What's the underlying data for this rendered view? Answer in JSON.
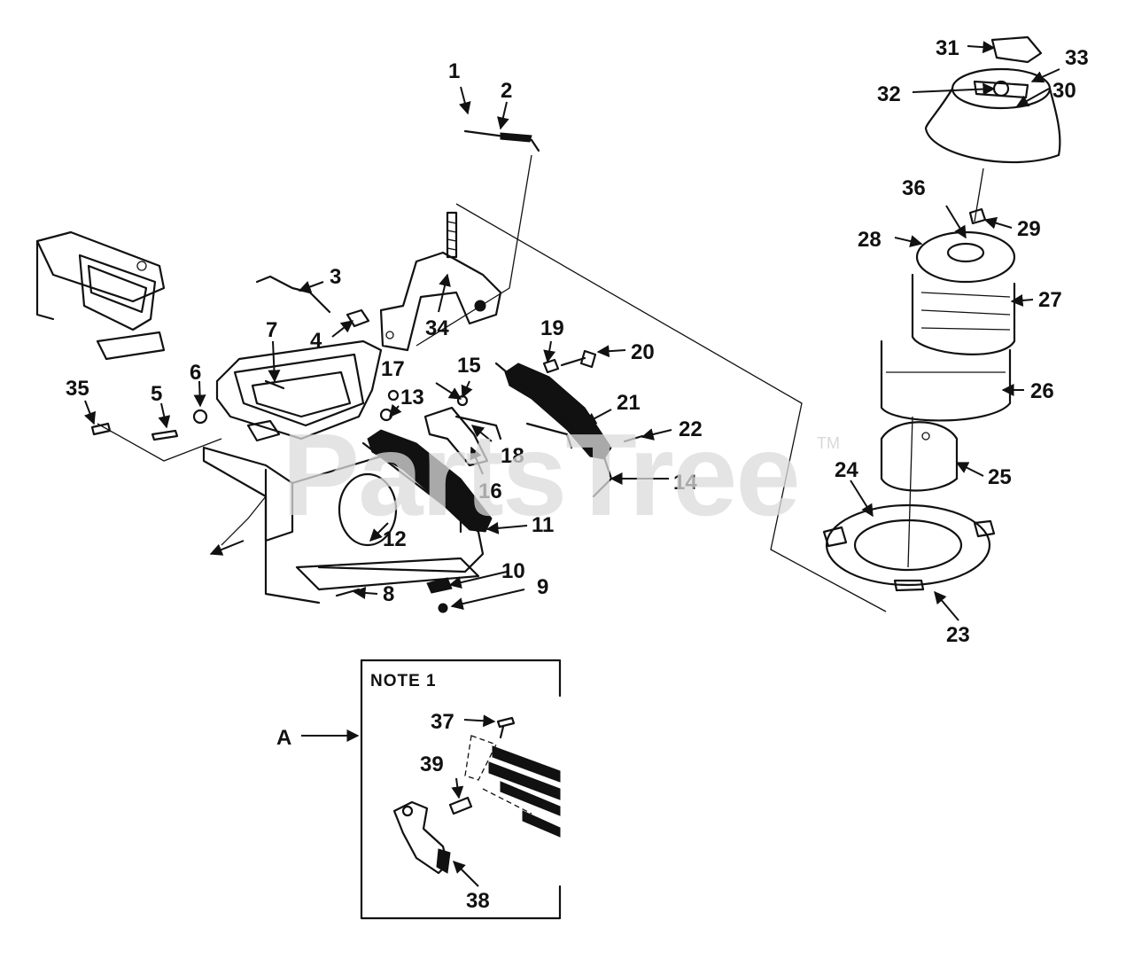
{
  "diagram": {
    "watermark": "PartsTree",
    "watermark_mark": "TM",
    "callouts": [
      "1",
      "2",
      "3",
      "4",
      "5",
      "6",
      "7",
      "8",
      "9",
      "10",
      "11",
      "12",
      "13",
      "14",
      "15",
      "16",
      "17",
      "18",
      "19",
      "20",
      "21",
      "22",
      "23",
      "24",
      "25",
      "26",
      "27",
      "28",
      "29",
      "30",
      "31",
      "32",
      "33",
      "34",
      "35",
      "36"
    ],
    "detail": {
      "pointer_label": "A",
      "title": "NOTE 1",
      "callouts": [
        "37",
        "38",
        "39"
      ]
    }
  }
}
